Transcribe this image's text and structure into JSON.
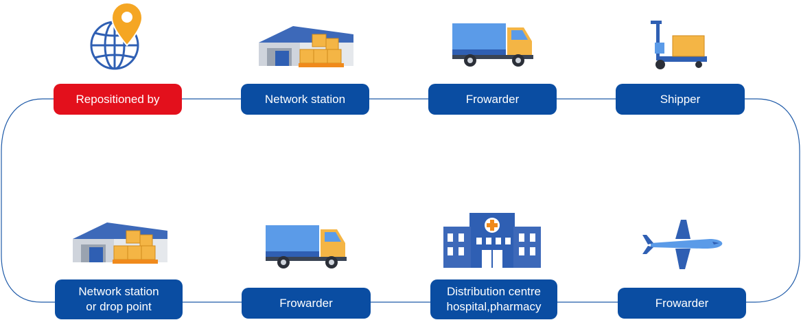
{
  "colors": {
    "node_blue": "#0a4da2",
    "node_red": "#e3101c",
    "connector": "#1e5aa8",
    "icon_blue": "#2f5fb3",
    "icon_light_blue": "#5b9be8",
    "icon_orange": "#f5a623",
    "icon_box": "#f4b545"
  },
  "top_row": [
    {
      "label": "Repositioned by",
      "icon": "globe-location-icon",
      "highlight": true
    },
    {
      "label": "Network station",
      "icon": "warehouse-icon",
      "highlight": false
    },
    {
      "label": "Frowarder",
      "icon": "truck-icon",
      "highlight": false
    },
    {
      "label": "Shipper",
      "icon": "hand-trolley-icon",
      "highlight": false
    }
  ],
  "bottom_row": [
    {
      "label": "Network station\nor drop point",
      "icon": "warehouse-icon"
    },
    {
      "label": "Frowarder",
      "icon": "truck-icon"
    },
    {
      "label": "Distribution centre\nhospital,pharmacy",
      "icon": "hospital-icon"
    },
    {
      "label": "Frowarder",
      "icon": "airplane-icon"
    }
  ]
}
